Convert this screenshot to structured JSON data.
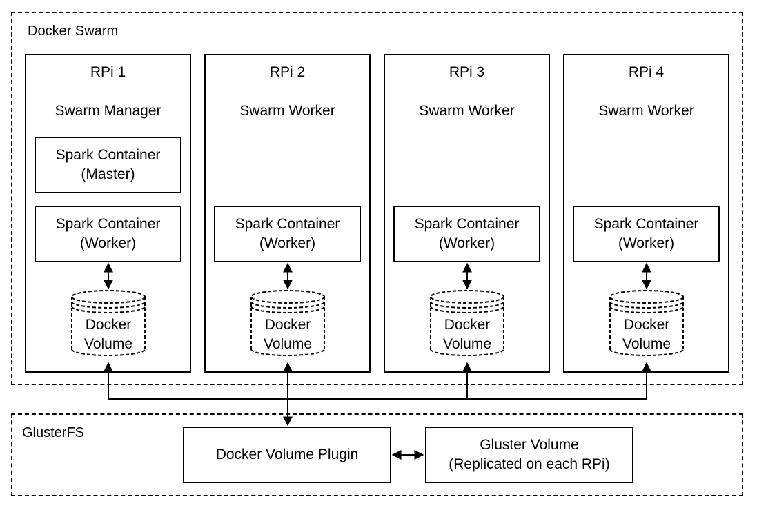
{
  "groups": {
    "docker_swarm": "Docker Swarm",
    "glusterfs": "GlusterFS"
  },
  "nodes": [
    {
      "name": "RPi 1",
      "role": "Swarm Manager",
      "master": {
        "line1": "Spark Container",
        "line2": "(Master)"
      },
      "worker": {
        "line1": "Spark Container",
        "line2": "(Worker)"
      },
      "volume": {
        "line1": "Docker",
        "line2": "Volume"
      }
    },
    {
      "name": "RPi 2",
      "role": "Swarm Worker",
      "worker": {
        "line1": "Spark Container",
        "line2": "(Worker)"
      },
      "volume": {
        "line1": "Docker",
        "line2": "Volume"
      }
    },
    {
      "name": "RPi 3",
      "role": "Swarm Worker",
      "worker": {
        "line1": "Spark Container",
        "line2": "(Worker)"
      },
      "volume": {
        "line1": "Docker",
        "line2": "Volume"
      }
    },
    {
      "name": "RPi 4",
      "role": "Swarm Worker",
      "worker": {
        "line1": "Spark Container",
        "line2": "(Worker)"
      },
      "volume": {
        "line1": "Docker",
        "line2": "Volume"
      }
    }
  ],
  "gluster": {
    "plugin": "Docker Volume Plugin",
    "volume": {
      "line1": "Gluster Volume",
      "line2": "(Replicated on each RPi)"
    }
  }
}
